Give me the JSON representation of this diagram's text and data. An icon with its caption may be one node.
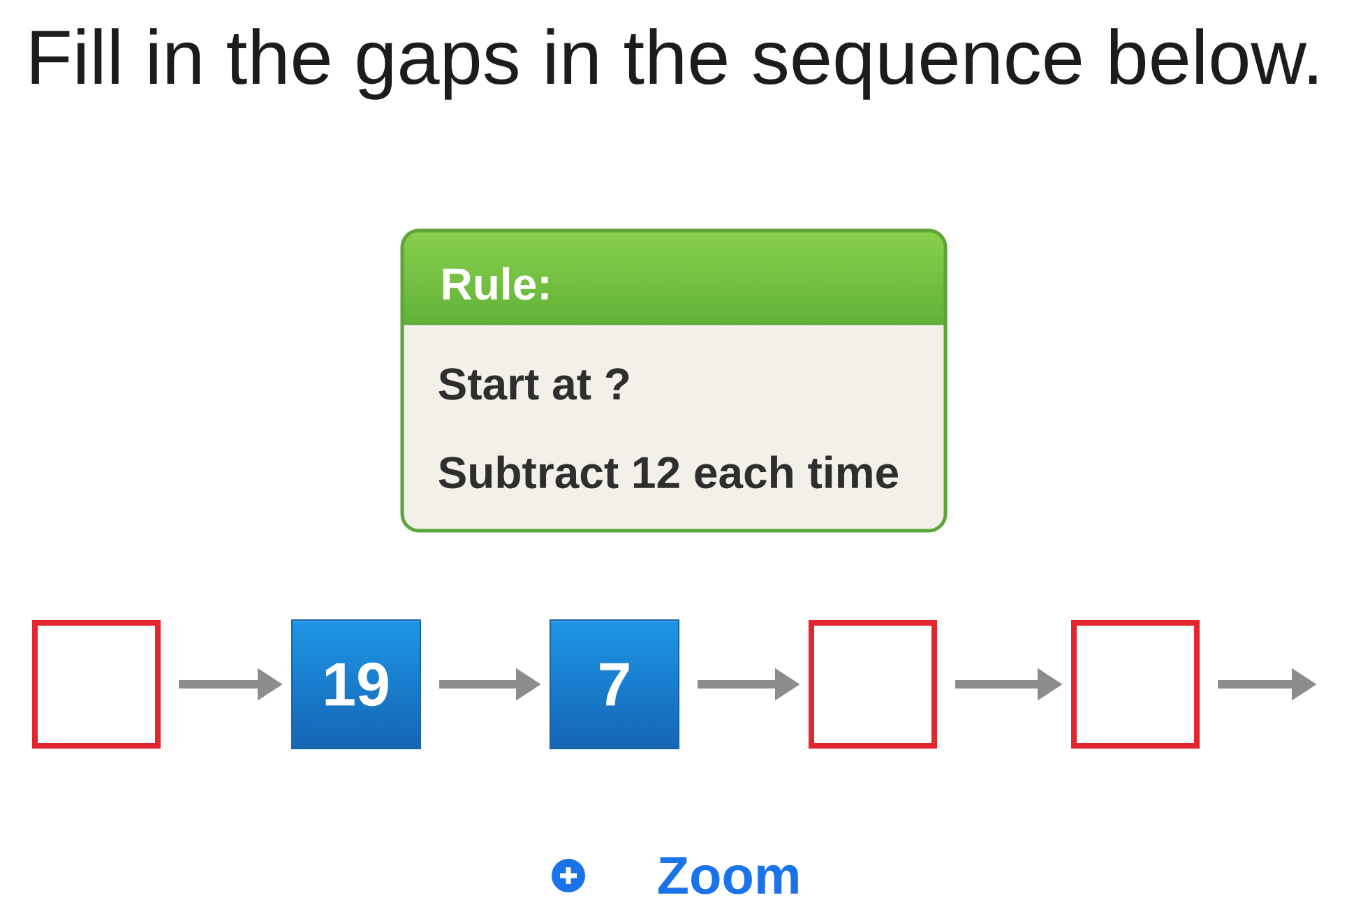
{
  "diagram": {
    "title": "Fill in the gaps in the sequence below.",
    "nodes": [
      {
        "text": [
          "Rule:",
          "Start at ?",
          "Subtract 12 each time"
        ]
      },
      {
        "text": [],
        "shape": "box"
      },
      {
        "text": [
          "19"
        ]
      },
      {
        "text": [
          "7"
        ]
      },
      {
        "text": [],
        "shape": "box"
      },
      {
        "text": [],
        "shape": "box"
      }
    ],
    "edges": [
      {
        "from": 1,
        "to": 2,
        "arrow": "to"
      },
      {
        "from": 2,
        "to": 3,
        "arrow": "to"
      },
      {
        "from": 3,
        "to": 4,
        "arrow": "to"
      },
      {
        "from": 4,
        "to": 5,
        "arrow": "to"
      },
      {
        "from": 5,
        "to": null,
        "arrow": "to"
      }
    ],
    "labels": [
      "Zoom"
    ]
  }
}
